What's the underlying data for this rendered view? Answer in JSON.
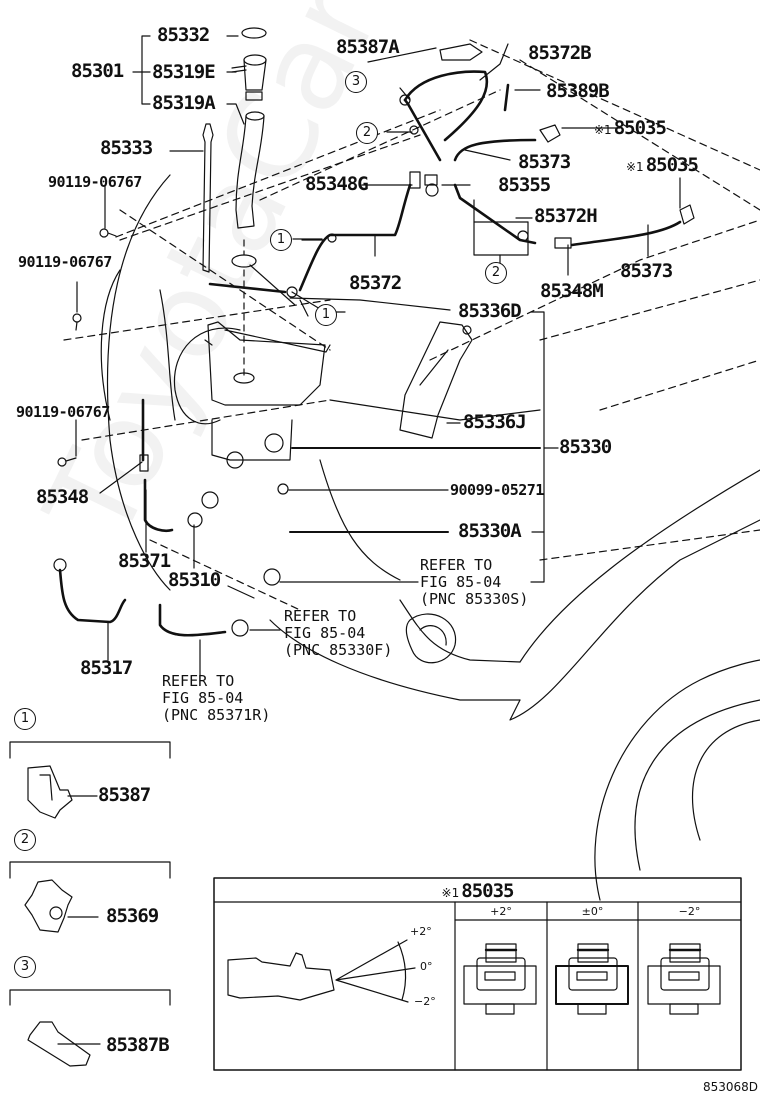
{
  "diagram": {
    "title": "Windshield Washer / Headlamp Cleaner Parts Diagram",
    "figure_code": "853068D",
    "watermark": "ToyotaCarMiner.ru"
  },
  "labels": {
    "p85332": "85332",
    "p85301": "85301",
    "p85319E": "85319E",
    "p85319A": "85319A",
    "p85333": "85333",
    "bolt1": "90119-06767",
    "bolt2": "90119-06767",
    "bolt3": "90119-06767",
    "p85387A": "85387A",
    "p85372B": "85372B",
    "p85389B": "85389B",
    "p85035a": "85035",
    "p85035b": "85035",
    "p85373a": "85373",
    "p85348G": "85348G",
    "p85355": "85355",
    "p85372H": "85372H",
    "p85372": "85372",
    "p85373b": "85373",
    "p85348M": "85348M",
    "p85336D": "85336D",
    "p85336J": "85336J",
    "p85330": "85330",
    "p85348": "85348",
    "nut": "90099-05271",
    "p85330A": "85330A",
    "p85371": "85371",
    "p85310": "85310",
    "p85317": "85317",
    "p85387": "85387",
    "p85369": "85369",
    "p85387B": "85387B"
  },
  "marks": {
    "note_mark": "※1"
  },
  "callouts": {
    "c1": "1",
    "c2": "2",
    "c3": "3"
  },
  "references": [
    {
      "line1": "REFER TO",
      "line2": "FIG 85-04",
      "line3": "(PNC 85330S)"
    },
    {
      "line1": "REFER TO",
      "line2": "FIG 85-04",
      "line3": "(PNC 85330F)"
    },
    {
      "line1": "REFER TO",
      "line2": "FIG 85-04",
      "line3": "(PNC 85371R)"
    }
  ],
  "inset": {
    "title": "85035",
    "columns": [
      "+2°",
      "±0°",
      "−2°"
    ],
    "angle_labels": [
      "+2°",
      "0°",
      "−2°"
    ]
  }
}
